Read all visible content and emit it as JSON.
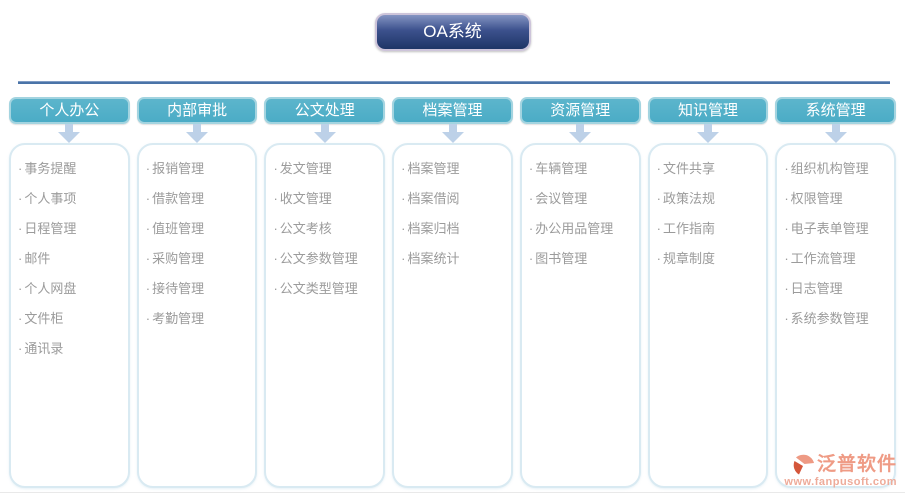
{
  "title": "OA系统",
  "columns": [
    {
      "label": "个人办公",
      "items": [
        "事务提醒",
        "个人事项",
        "日程管理",
        "邮件",
        "个人网盘",
        "文件柜",
        "通讯录"
      ]
    },
    {
      "label": "内部审批",
      "items": [
        "报销管理",
        "借款管理",
        "值班管理",
        "采购管理",
        "接待管理",
        "考勤管理"
      ]
    },
    {
      "label": "公文处理",
      "items": [
        "发文管理",
        "收文管理",
        "公文考核",
        "公文参数管理",
        "公文类型管理"
      ]
    },
    {
      "label": "档案管理",
      "items": [
        "档案管理",
        "档案借阅",
        "档案归档",
        "档案统计"
      ]
    },
    {
      "label": "资源管理",
      "items": [
        "车辆管理",
        "会议管理",
        "办公用品管理",
        "图书管理"
      ]
    },
    {
      "label": "知识管理",
      "items": [
        "文件共享",
        "政策法规",
        "工作指南",
        "规章制度"
      ]
    },
    {
      "label": "系统管理",
      "items": [
        "组织机构管理",
        "权限管理",
        "电子表单管理",
        "工作流管理",
        "日志管理",
        "系统参数管理"
      ]
    }
  ],
  "logo": {
    "name": "泛普软件",
    "url": "www.fanpusoft.com"
  },
  "colors": {
    "header_bg": "#4bacc6",
    "header_border": "#a3d4e0",
    "title_top": "#8494c2",
    "title_bottom": "#1e3566",
    "title_border": "#cdc4da",
    "divider": "#4a74a8",
    "arrow": "#bdd1e8",
    "card_border": "#d9eaf2",
    "item_text": "#9b9b9b",
    "logo_text": "#ef9b85",
    "logo_dark": "#d4563a"
  }
}
